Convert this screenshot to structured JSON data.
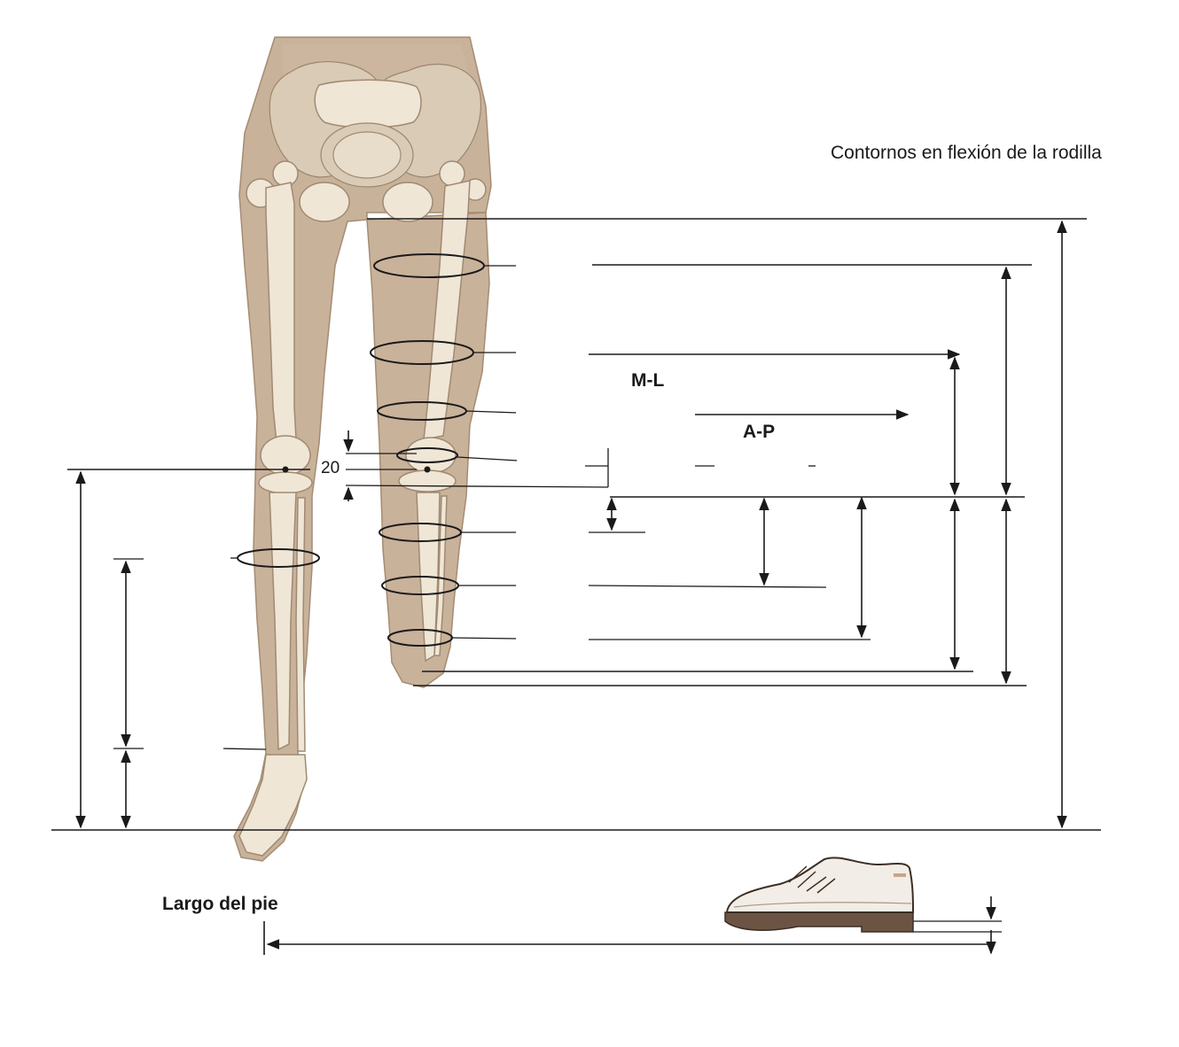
{
  "diagram": {
    "title": "Contornos en flexión de la rodilla",
    "labels": {
      "ml": "M-L",
      "ap": "A-P",
      "offset_value": "20",
      "foot_length": "Largo del pie"
    },
    "colors": {
      "skin": "#c9b29a",
      "bone": "#efe6d6",
      "line": "#1a1a1a",
      "shoe_upper": "#f2ede6",
      "shoe_sole": "#6b5444"
    },
    "icons": [
      "pelvis-skeleton",
      "leg-bones",
      "shoe-icon"
    ]
  }
}
